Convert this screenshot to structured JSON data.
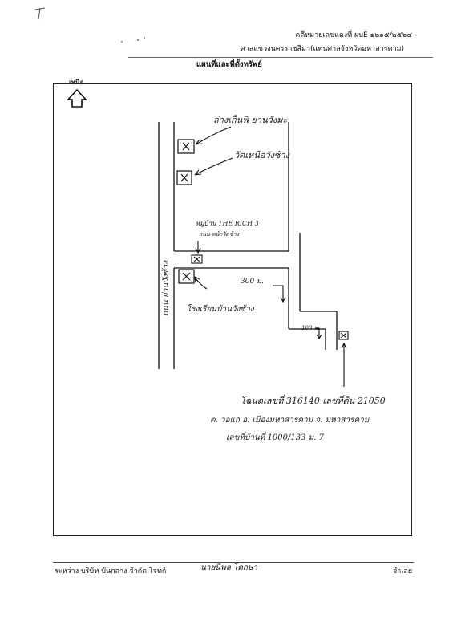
{
  "header": {
    "case_number": "คดีหมายเลขแดงที่ ผบE ๑๒๑๕/๒๕๖๔",
    "court": "ศาลแขวงนครราชสีมา(แทนศาลจังหวัดมหาสารคาม)",
    "map_title": "แผนที่และที่ตั้งทรัพย์"
  },
  "map": {
    "north_label": "เหนือ",
    "landmark_1": "ล่างเก็นฟิ ย่านวังมะ",
    "landmark_2": "วัดเหนือวังซ้าง",
    "landmark_3_line1": "หมู่บ้าน THE RICH 3",
    "landmark_3_line2": "ถนน-หน้าวัดซ้าง",
    "road_label": "ถนน ย่านวังซ้าง",
    "school_label": "โรงเรียนบ้านวังซ้าง",
    "distance_1": "300 ม.",
    "distance_2": "100 ม.",
    "address_line1": "โฉนดเลขที่ 316140 เลขที่ดิน 21050",
    "address_line2": "ต. วอแก อ. เมืองมหาสารคาม จ. มหาสารคาม",
    "address_line3": "เลขที่บ้านที่ 1000/133 ม. 7"
  },
  "footer": {
    "parties": "ระหว่าง บริษัท บันกลาง จำกัด โจทก์",
    "defendant_name": "นายนิพล โดกษา",
    "defendant_label": "จำเลย"
  }
}
